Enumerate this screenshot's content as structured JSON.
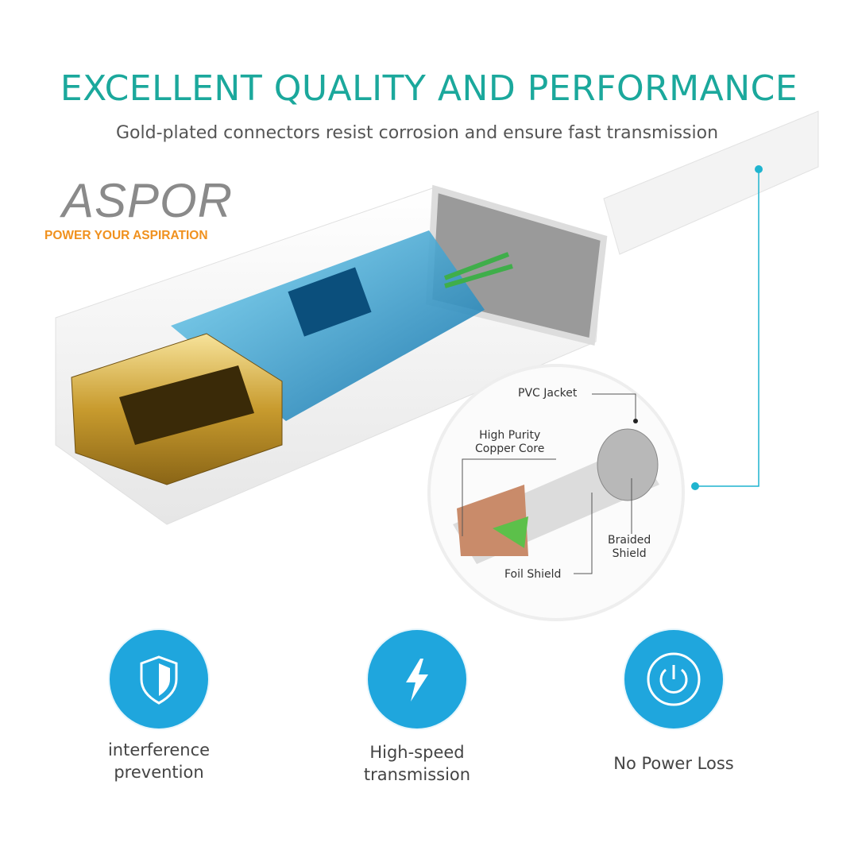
{
  "header": {
    "title": "EXCELLENT QUALITY AND PERFORMANCE",
    "subtitle": "Gold-plated  connectors resist corrosion and ensure fast transmission"
  },
  "logo": {
    "brand": "ASPOR",
    "tagline": "POWER YOUR ASPIRATION"
  },
  "cable_callouts": {
    "pvc_jacket": "PVC Jacket",
    "copper_core": [
      "High Purity",
      "Copper Core"
    ],
    "braided_shield": [
      "Braided",
      "Shield"
    ],
    "foil_shield": "Foil Shield"
  },
  "features": [
    {
      "icon": "shield-icon",
      "label": [
        "interference",
        "prevention"
      ]
    },
    {
      "icon": "lightning-icon",
      "label": [
        "High-speed",
        "transmission"
      ]
    },
    {
      "icon": "power-icon",
      "label": [
        "No Power Loss"
      ]
    }
  ],
  "colors": {
    "title": "#1ba89c",
    "icon_bg": "#1fa6dd",
    "accent_line": "#1fb4cf",
    "logo_orange": "#f0911e"
  }
}
